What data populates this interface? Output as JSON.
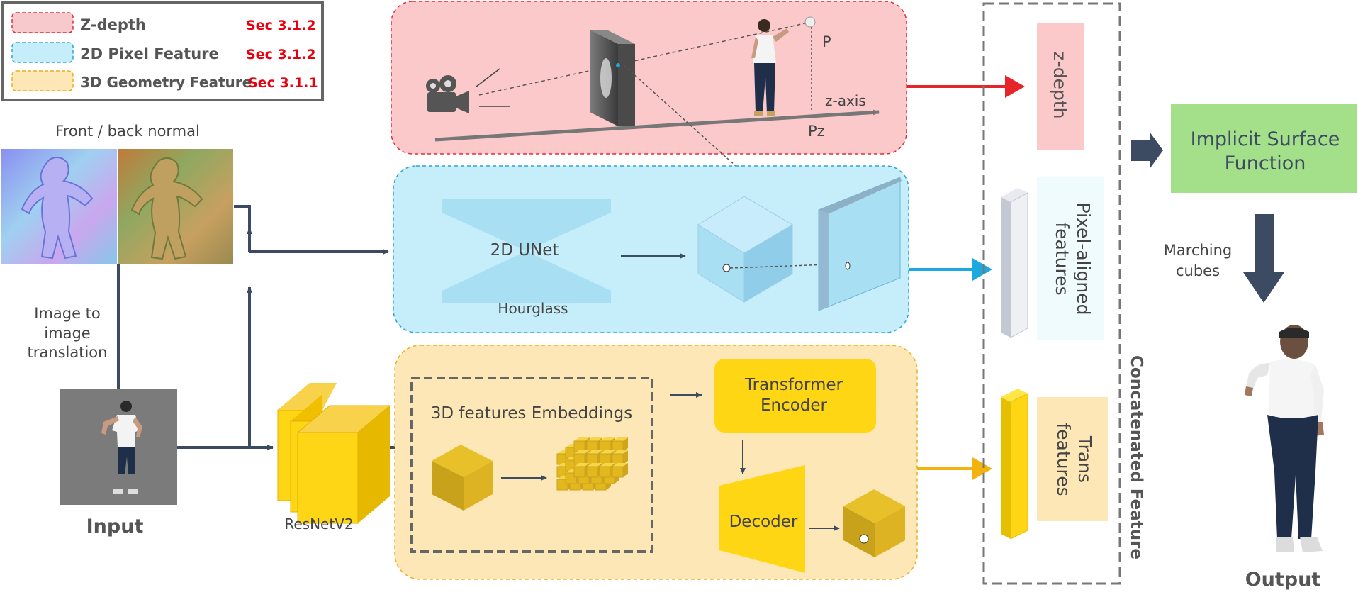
{
  "legend": {
    "items": [
      {
        "label": "Z-depth",
        "section": "Sec 3.1.2",
        "color": "#f8c9cc",
        "border": "#d9303a"
      },
      {
        "label": "2D Pixel Feature",
        "section": "Sec 3.1.2",
        "color": "#c6eefa",
        "border": "#2aa6d6"
      },
      {
        "label": "3D Geometry Feature",
        "section": "Sec 3.1.1",
        "color": "#fde7b6",
        "border": "#e8b020"
      }
    ]
  },
  "left": {
    "normal_title": "Front / back normal",
    "translation_label": "Image to image translation",
    "translation_lines": [
      "Image to",
      "image",
      "translation"
    ],
    "input_label": "Input",
    "resnet_label": "ResNetV2"
  },
  "zdepth_panel": {
    "p_label": "P",
    "pz_label": "Pz",
    "axis_label": "z-axis"
  },
  "pixel_panel": {
    "unet_label": "2D UNet",
    "hourglass_label": "Hourglass"
  },
  "geometry_panel": {
    "embeddings_label": "3D features Embeddings",
    "transformer_label_1": "Transformer",
    "transformer_label_2": "Encoder",
    "decoder_label": "Decoder"
  },
  "concat": {
    "title": "Concatenated Feature",
    "zdepth": "z-depth",
    "pixel_line1": "Pixel-aligned",
    "pixel_line2": "features",
    "trans_line1": "Trans",
    "trans_line2": "features"
  },
  "right": {
    "implicit_line1": "Implicit Surface",
    "implicit_line2": "Function",
    "marching_line1": "Marching",
    "marching_line2": "cubes",
    "output_label": "Output"
  },
  "colors": {
    "red_arrow": "#e8242b",
    "blue_arrow": "#1ba9e0",
    "yellow_arrow": "#f4b20f",
    "dark_arrow": "#3c4a62",
    "green_box": "#a4e08a",
    "section_red": "#e8000e"
  }
}
